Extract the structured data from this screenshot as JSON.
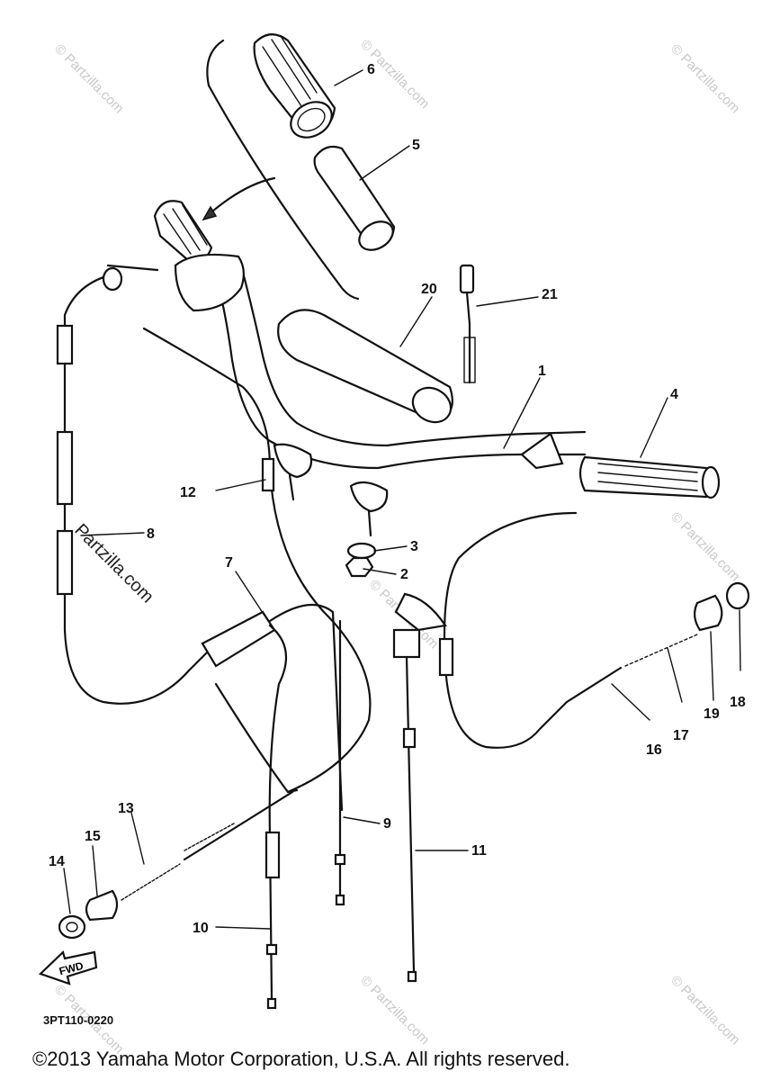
{
  "labels": {
    "p1": "1",
    "p2": "2",
    "p3": "3",
    "p4": "4",
    "p5": "5",
    "p6": "6",
    "p7": "7",
    "p8": "8",
    "p9": "9",
    "p10": "10",
    "p11": "11",
    "p12": "12",
    "p13": "13",
    "p14": "14",
    "p15": "15",
    "p16": "16",
    "p17": "17",
    "p18": "18",
    "p19": "19",
    "p20": "20",
    "p21": "21"
  },
  "fwd_label": "FWD",
  "drawing_code": "3PT110-0220",
  "watermark": "© Partzilla.com",
  "watermark_main": "Partzilla.com",
  "copyright": "©2013  Yamaha Motor Corporation, U.S.A. All rights reserved."
}
